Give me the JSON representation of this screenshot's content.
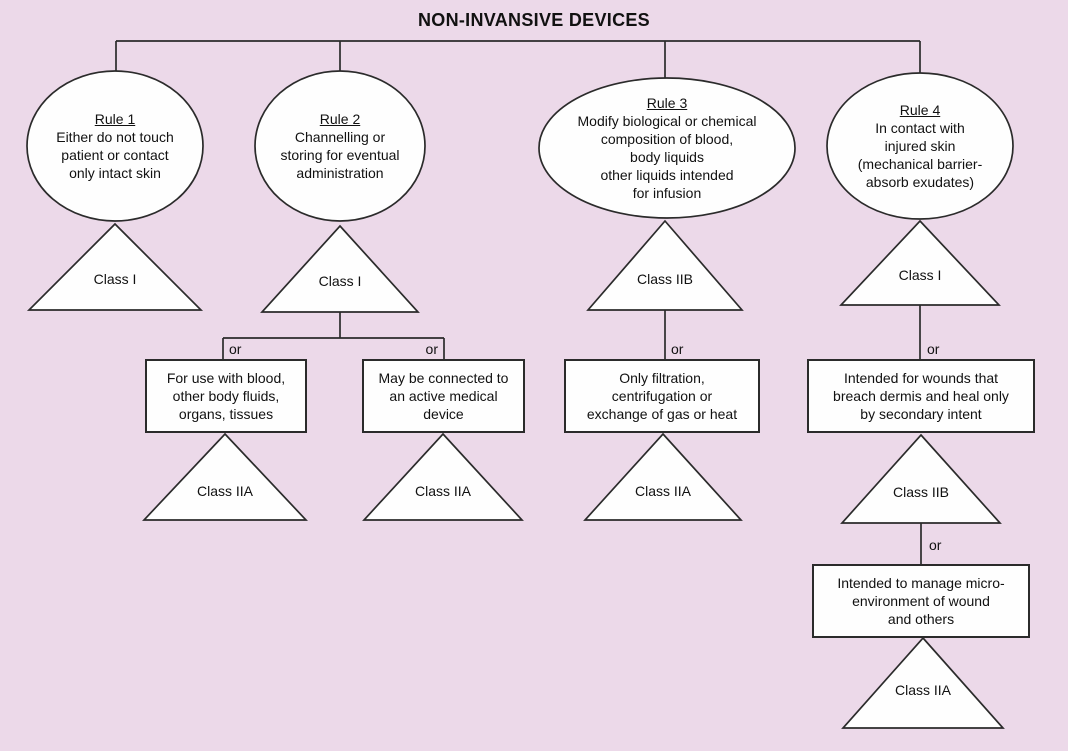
{
  "title": "NON-INVANSIVE DEVICES",
  "colors": {
    "background": "#ecd9e9",
    "shape_fill": "#fefefe",
    "line": "#2b2b2b",
    "text": "#111111"
  },
  "branches": [
    {
      "rule_name": "Rule 1",
      "rule_description": "Either do not touch\npatient or contact\nonly intact skin",
      "class_label": "Class I"
    },
    {
      "rule_name": "Rule 2",
      "rule_description": "Channelling or\nstoring for eventual\nadministration",
      "class_label": "Class I",
      "sub_branches": [
        {
          "connector_label": "or",
          "condition": "For use with blood,\nother body fluids,\norgans, tissues",
          "class_label": "Class IIA"
        },
        {
          "connector_label": "or",
          "condition": "May be connected to\nan active medical\ndevice",
          "class_label": "Class IIA"
        }
      ]
    },
    {
      "rule_name": "Rule 3",
      "rule_description": "Modify biological or chemical\ncomposition of blood,\nbody liquids\nother liquids intended\nfor infusion",
      "class_label": "Class IIB",
      "sub_branches": [
        {
          "connector_label": "or",
          "condition": "Only filtration,\ncentrifugation or\nexchange of gas or heat",
          "class_label": "Class IIA"
        }
      ]
    },
    {
      "rule_name": "Rule 4",
      "rule_description": "In contact with\ninjured skin\n(mechanical barrier-\nabsorb exudates)",
      "class_label": "Class I",
      "sub_branches": [
        {
          "connector_label": "or",
          "condition": "Intended for wounds that\nbreach dermis and heal only\nby secondary intent",
          "class_label": "Class IIB",
          "sub_branches": [
            {
              "connector_label": "or",
              "condition": "Intended to manage micro-\nenvironment of wound\nand others",
              "class_label": "Class IIA"
            }
          ]
        }
      ]
    }
  ]
}
